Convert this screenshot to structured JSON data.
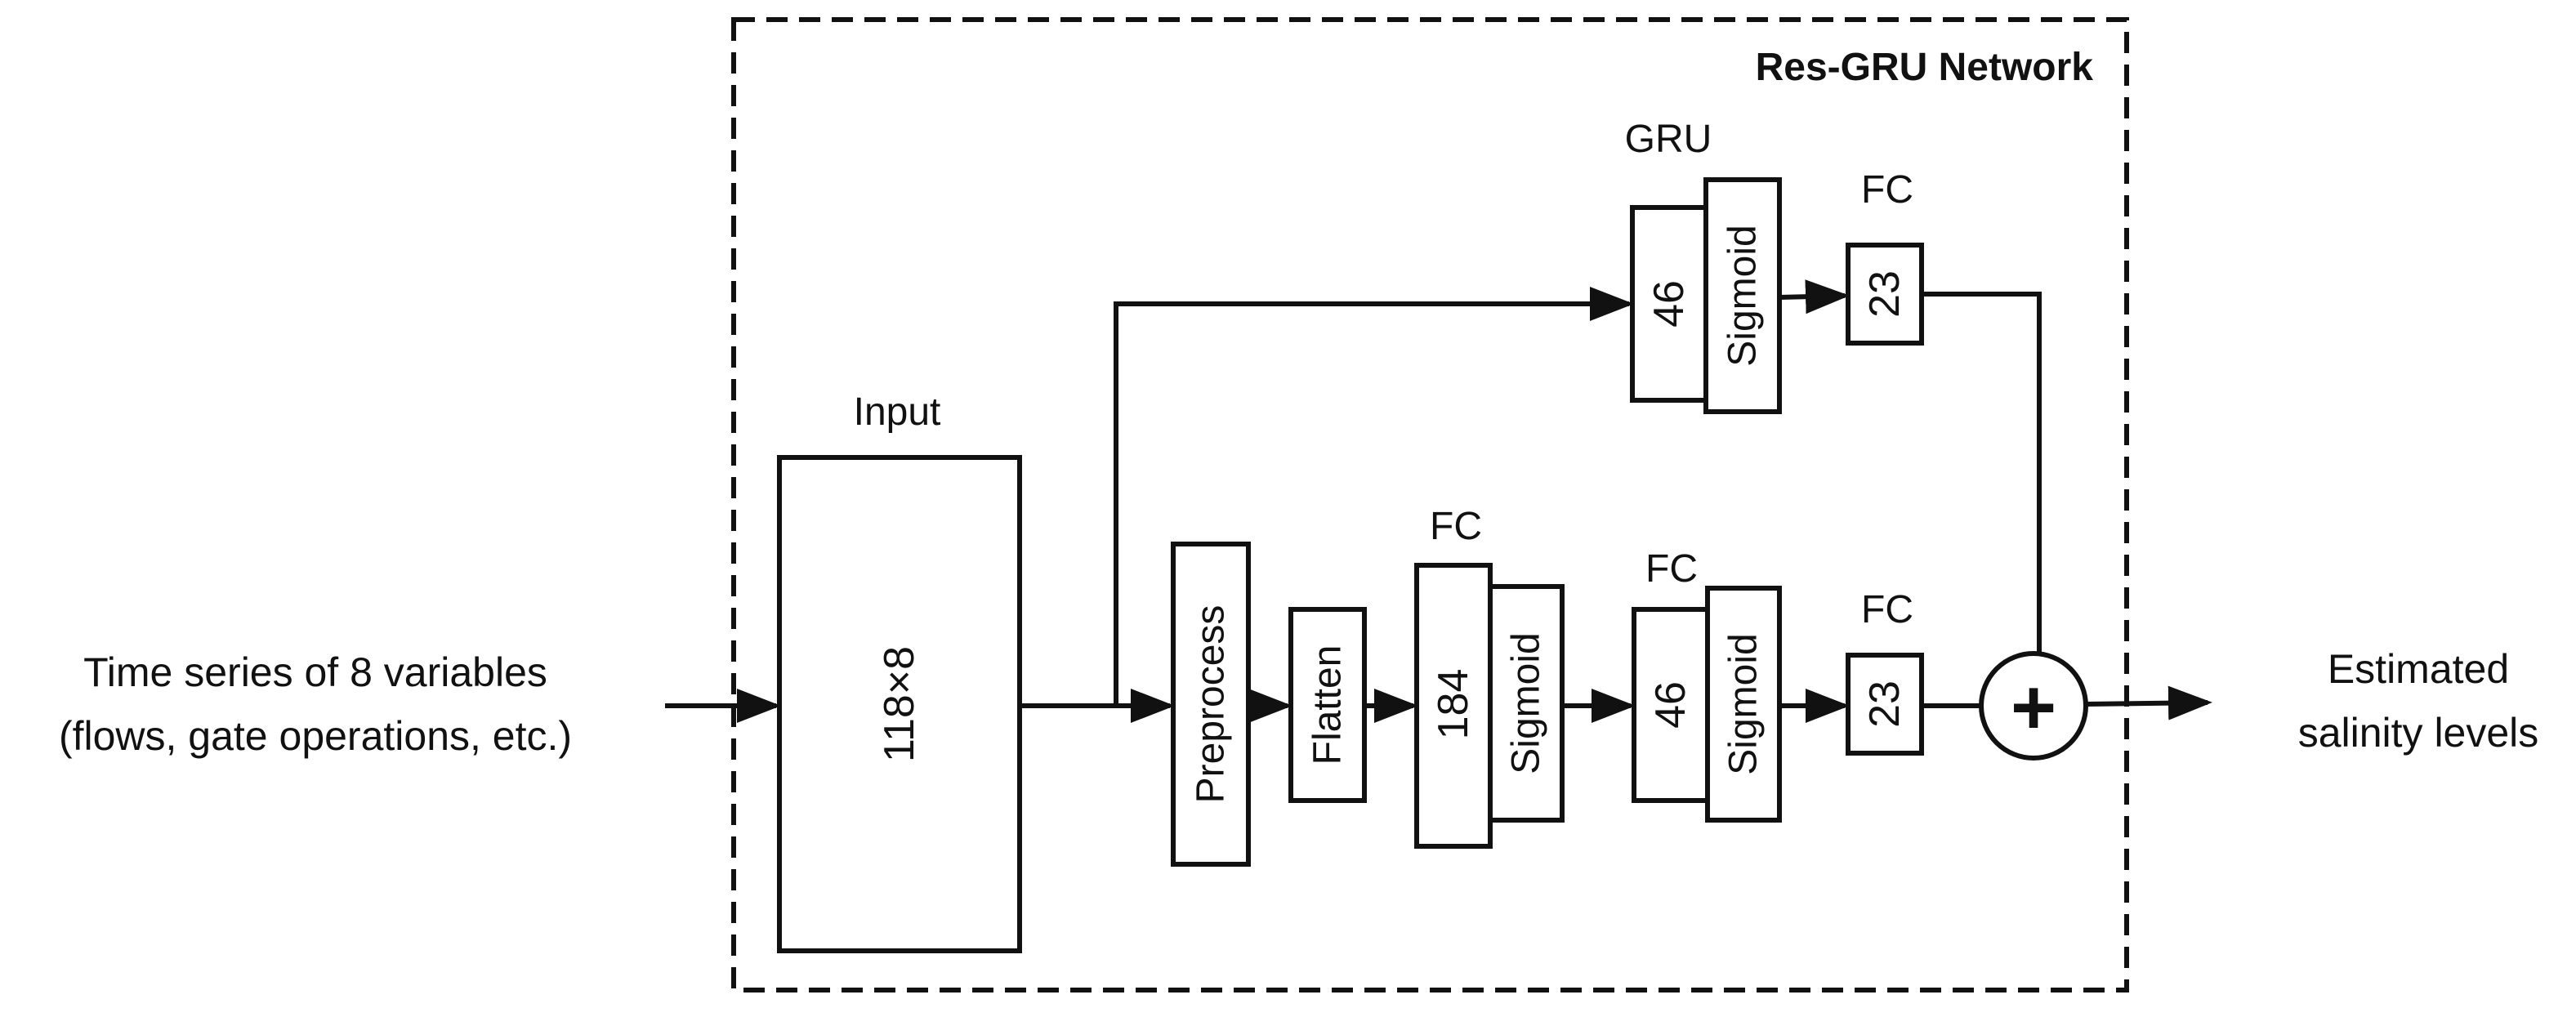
{
  "diagram": {
    "network_title": "Res-GRU Network",
    "input_desc": {
      "line1": "Time series of 8 variables",
      "line2": "(flows, gate operations, etc.)"
    },
    "output_desc": {
      "line1": "Estimated",
      "line2": "salinity levels"
    },
    "input_layer": {
      "label": "Input",
      "size": "118×8"
    },
    "preprocess": "Preprocess",
    "flatten": "Flatten",
    "fc1": {
      "label": "FC",
      "units": "184",
      "activation": "Sigmoid"
    },
    "fc2": {
      "label": "FC",
      "units": "46",
      "activation": "Sigmoid"
    },
    "fc3": {
      "label": "FC",
      "units": "23"
    },
    "gru": {
      "label": "GRU",
      "units": "46",
      "activation": "Sigmoid"
    },
    "fc_gru": {
      "label": "FC",
      "units": "23"
    },
    "sum_symbol": "+"
  }
}
